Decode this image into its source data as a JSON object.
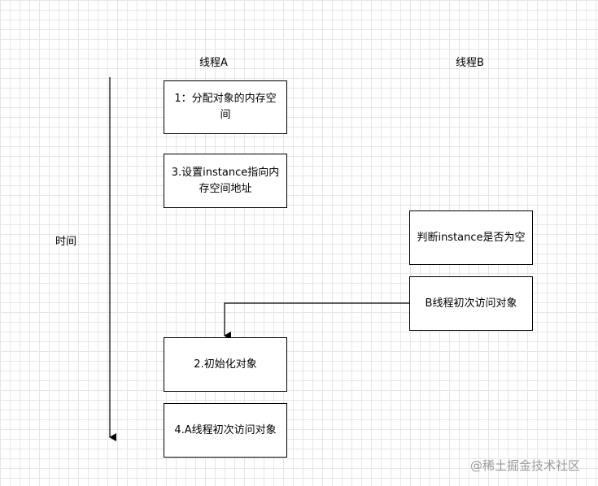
{
  "thread_a_label": "线程A",
  "thread_b_label": "线程B",
  "time_label": "时间",
  "thread_a_steps": [
    "1：分配对象的内存空间",
    "3.设置instance指向内存空间地址",
    "2.初始化对象",
    "4.A线程初次访问对象"
  ],
  "thread_b_steps": [
    "判断instance是否为空",
    "B线程初次访问对象"
  ],
  "watermark": "@稀土掘金技术社区"
}
